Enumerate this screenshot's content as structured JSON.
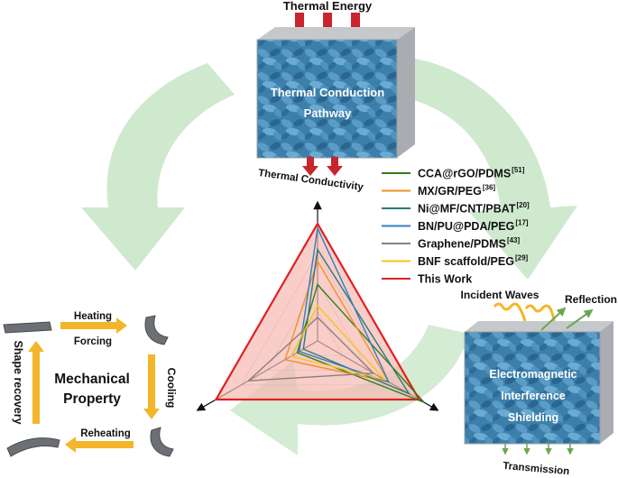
{
  "top_cube": {
    "top_label": "Thermal Energy",
    "line1": "Thermal Conduction",
    "line2": "Pathway",
    "bottom_label": "Thermal Conductivity"
  },
  "emi_cube": {
    "incident": "Incident Waves",
    "reflection": "Reflection",
    "line1": "Electromagnetic",
    "line2": "Interference",
    "line3": "Shielding",
    "transmission": "Transmission"
  },
  "mechanical": {
    "title_line1": "Mechanical",
    "title_line2": "Property",
    "heating": "Heating",
    "forcing": "Forcing",
    "cooling": "Cooling",
    "reheating": "Reheating",
    "shape_recovery": "Shape recovery"
  },
  "legend": [
    {
      "name": "CCA@rGO/PDMS",
      "ref": "[51]",
      "color": "#2e7d1e"
    },
    {
      "name": "MX/GR/PEG",
      "ref": "[36]",
      "color": "#f0902a"
    },
    {
      "name": "Ni@MF/CNT/PBAT",
      "ref": "[20]",
      "color": "#2b7a78"
    },
    {
      "name": "BN/PU@PDA/PEG",
      "ref": "[17]",
      "color": "#2f7fc1"
    },
    {
      "name": "Graphene/PDMS",
      "ref": "[43]",
      "color": "#8a7f80"
    },
    {
      "name": "BNF scaffold/PEG",
      "ref": "[29]",
      "color": "#f5c518"
    },
    {
      "name": "This Work",
      "ref": "",
      "color": "#e02020"
    }
  ],
  "chart_data": {
    "type": "radar",
    "axes": [
      "Thermal Conductivity",
      "Electromagnetic Interference Shielding",
      "Mechanical Property"
    ],
    "series": [
      {
        "name": "CCA@rGO/PDMS",
        "values": [
          0.48,
          1.05,
          0.2
        ]
      },
      {
        "name": "MX/GR/PEG",
        "values": [
          0.68,
          0.7,
          0.32
        ]
      },
      {
        "name": "Ni@MF/CNT/PBAT",
        "values": [
          0.78,
          0.9,
          0.14
        ]
      },
      {
        "name": "BN/PU@PDA/PEG",
        "values": [
          0.96,
          0.7,
          0.18
        ]
      },
      {
        "name": "Graphene/PDMS",
        "values": [
          0.2,
          0.55,
          0.68
        ]
      },
      {
        "name": "BNF scaffold/PEG",
        "values": [
          0.3,
          0.66,
          0.26
        ]
      },
      {
        "name": "This Work",
        "values": [
          1.0,
          1.0,
          1.0
        ]
      }
    ],
    "grid": true
  },
  "colors": {
    "cycle_arrow": "#cfe9cf",
    "cube_blue": "#3f86b3",
    "hot_arrow": "#c9252c",
    "mech_arrow": "#f3b62a",
    "this_work_fill": "#f7b8b0"
  }
}
